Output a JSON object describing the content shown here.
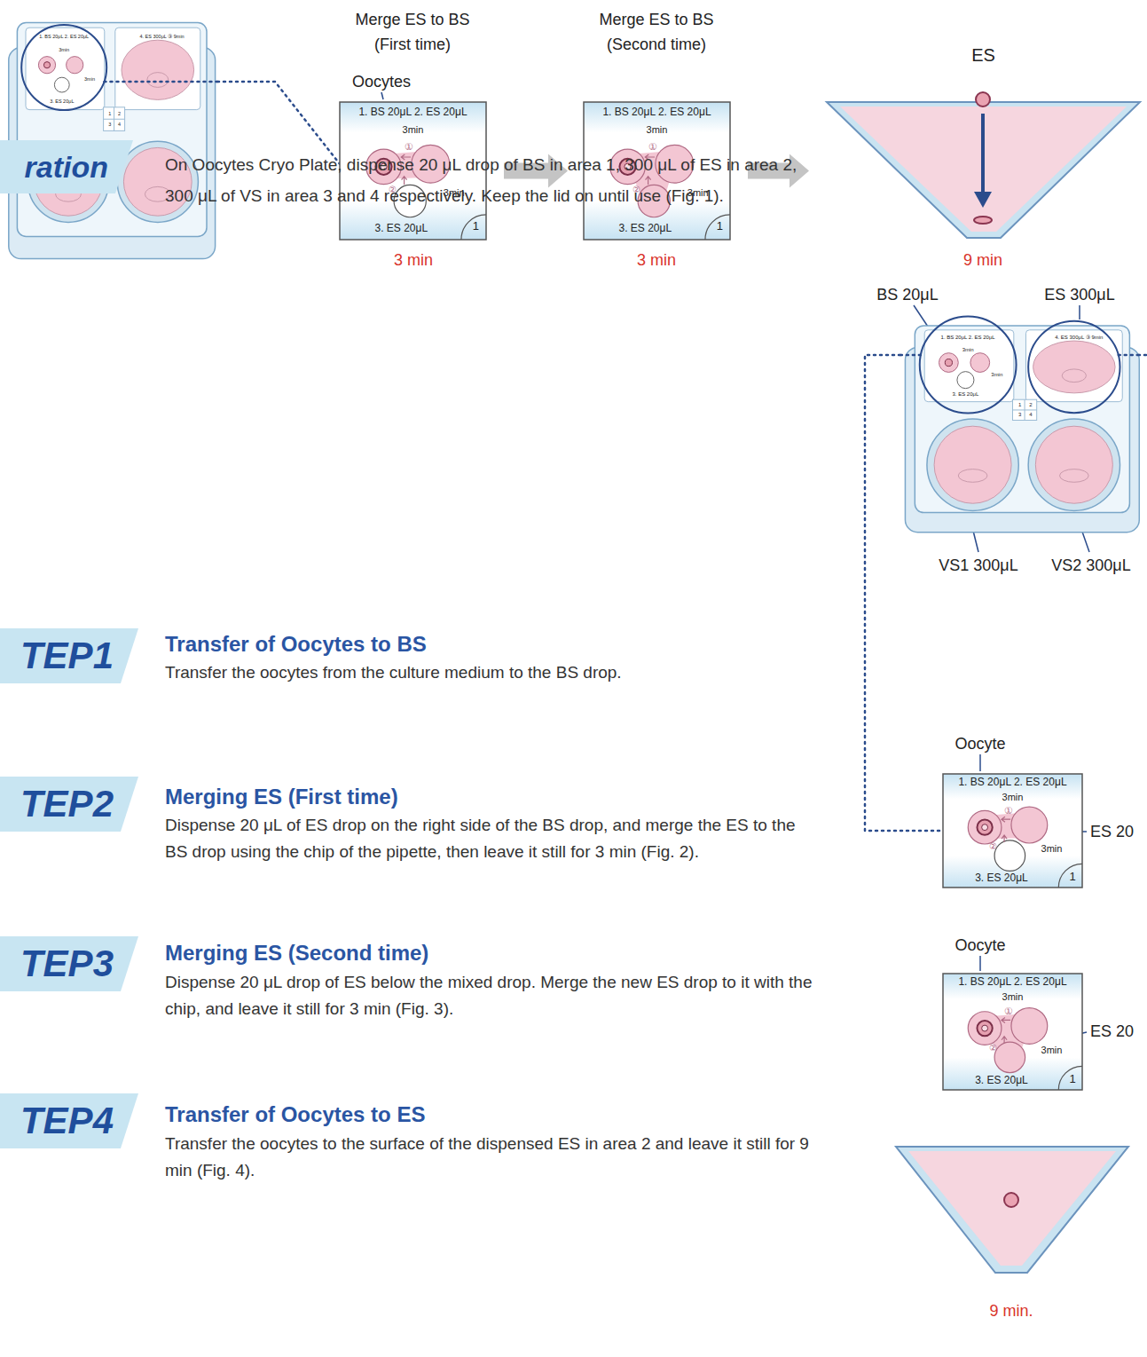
{
  "diagram": {
    "nodes": [
      {
        "text": [
          "1. BS 20μL 2. ES 20μL",
          "3min",
          "3min",
          "3. ES 20μL",
          "4. ES 300μL ③ 9min",
          "1",
          "2",
          "3",
          "4"
        ]
      },
      {
        "text": [
          "1. BS 20μL 2. ES 20μL",
          "3min",
          "①",
          "②",
          "3min",
          "3. ES 20μL",
          "1"
        ]
      },
      {
        "text": [
          "1. BS 20μL 2. ES 20μL",
          "3min",
          "①",
          "②",
          "3min",
          "3. ES 20μL",
          "1"
        ]
      },
      {
        "text": [
          "ES"
        ]
      },
      {
        "text": [
          "ration"
        ]
      },
      {
        "text": [
          "1. BS 20μL 2. ES 20μL",
          "3min",
          "3min",
          "3. ES 20μL",
          "4. ES 300μL ③ 9min",
          "1",
          "2",
          "3",
          "4"
        ]
      },
      {
        "text": [
          "TEP1"
        ]
      },
      {
        "text": [
          "TEP2"
        ]
      },
      {
        "text": [
          "1. BS 20μL 2. ES 20μL",
          "3min",
          "①",
          "②",
          "3min",
          "3. ES 20μL",
          "1"
        ]
      },
      {
        "text": [
          "TEP3"
        ]
      },
      {
        "text": [
          "1. BS 20μL 2. ES 20μL",
          "3min",
          "①",
          "②",
          "3min",
          "3. ES 20μL",
          "1"
        ]
      },
      {
        "text": [
          "TEP4"
        ]
      }
    ],
    "edges": [
      {
        "from": 1,
        "to": 2,
        "arrow": "to"
      },
      {
        "from": 2,
        "to": 3,
        "arrow": "to"
      },
      {
        "from": 0,
        "to": 1,
        "arrow": "none"
      },
      {
        "from": 5,
        "to": 8,
        "arrow": "none"
      }
    ],
    "labels": [
      "Merge ES to BS (First time)",
      "Merge ES to BS (Second time)",
      "Oocytes",
      "3 min",
      "3 min",
      "9 min",
      "On Oocytes Cryo Plate, dispense 20 μL drop of BS in area 1, 300 μL of ES in area 2, 300 μL of VS in area 3 and 4 respectively. Keep the lid on until use (Fig. 1).",
      "BS 20μL",
      "ES 300μL",
      "VS1 300μL",
      "VS2 300μL",
      "Transfer of Oocytes to BS",
      "Transfer the oocytes from the culture medium to the BS drop.",
      "Oocyte",
      "ES 20",
      "Merging ES (First time)",
      "Dispense 20 μL of ES drop on the right side of the BS drop, and merge the ES to the BS drop using the chip of the pipette, then leave it still for 3 min (Fig. 2).",
      "Oocyte",
      "ES 20",
      "Merging ES (Second time)",
      "Dispense 20 μL drop of ES below the mixed drop. Merge the new ES drop to it with the chip, and leave it still for 3 min (Fig. 3).",
      "Transfer of Oocytes to ES",
      "Transfer the oocytes to the surface of the dispensed ES in area 2 and leave it still for 9 min (Fig. 4).",
      "9 min."
    ]
  }
}
